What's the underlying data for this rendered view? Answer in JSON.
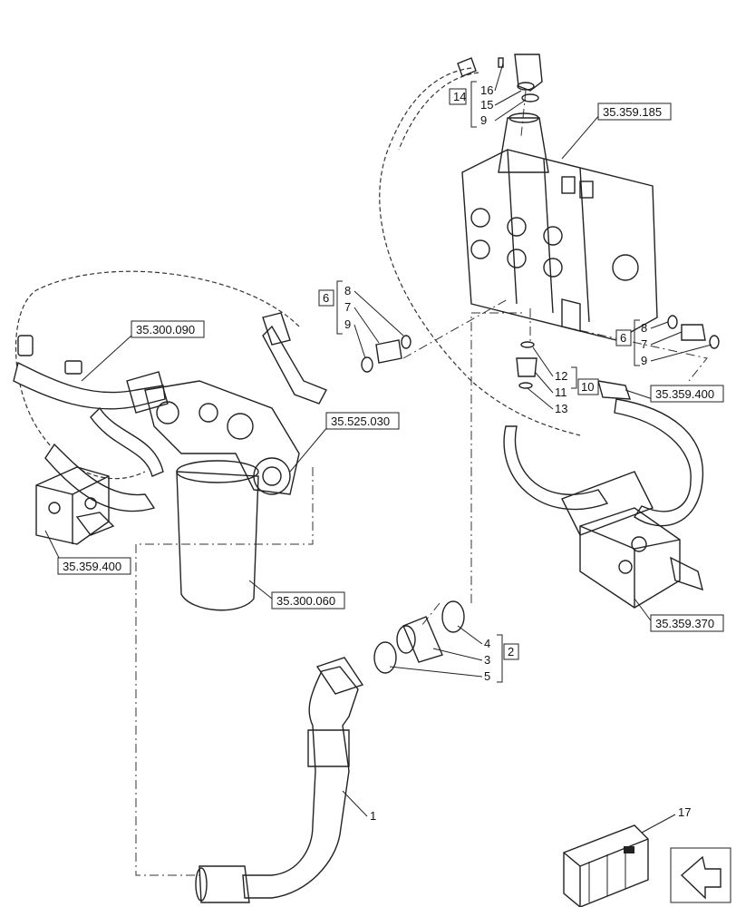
{
  "refs": {
    "valve_top": "35.359.185",
    "hose_left": "35.300.090",
    "filter_head": "35.525.030",
    "block_left": "35.359.400",
    "filter_body": "35.300.060",
    "block_right_top": "35.359.400",
    "block_right": "35.359.370"
  },
  "groups": {
    "g14": "14",
    "g6_left": "6",
    "g6_right": "6",
    "g10": "10",
    "g2": "2"
  },
  "items": {
    "n16": "16",
    "n15": "15",
    "n9_top": "9",
    "n8_left": "8",
    "n7_left": "7",
    "n9_left": "9",
    "n8_right": "8",
    "n7_right": "7",
    "n9_right": "9",
    "n12": "12",
    "n11": "11",
    "n13": "13",
    "n4": "4",
    "n3": "3",
    "n5": "5",
    "n1": "1",
    "n17": "17"
  }
}
